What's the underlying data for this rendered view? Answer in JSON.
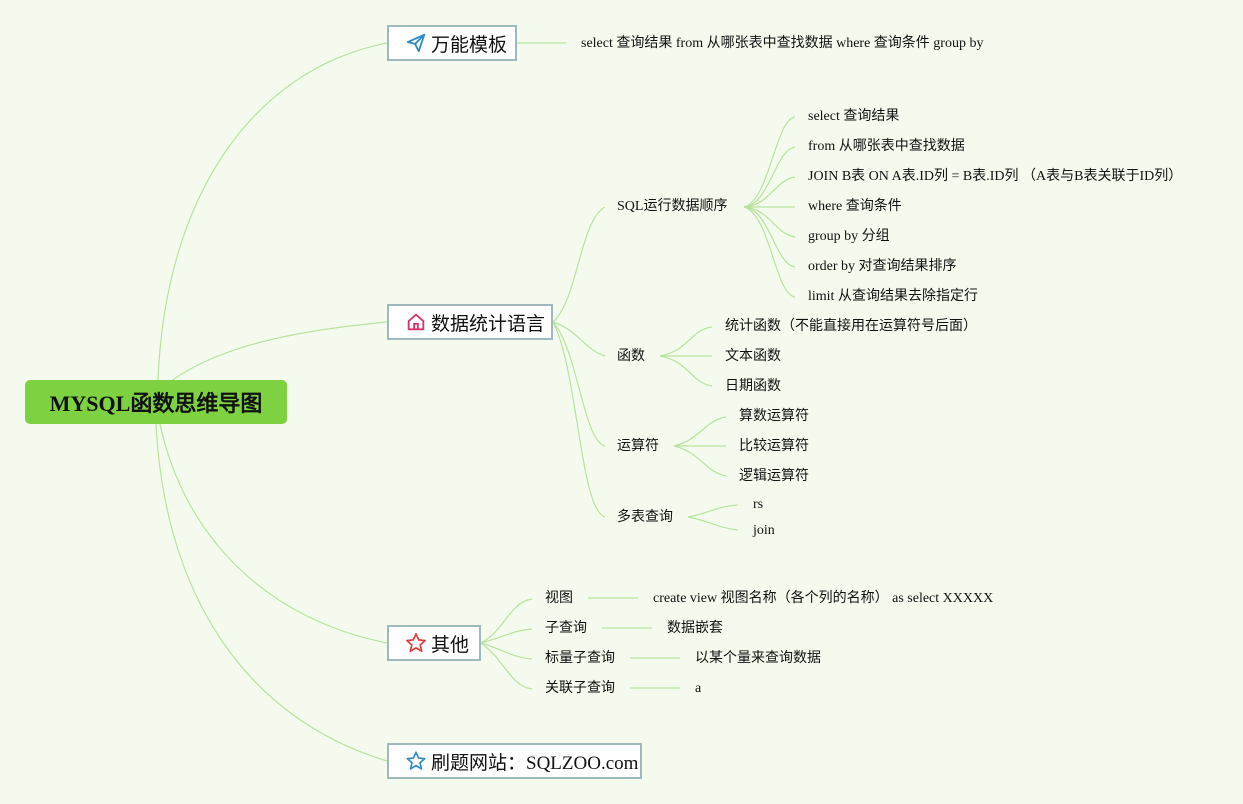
{
  "root": {
    "label": "MYSQL函数思维导图"
  },
  "colors": {
    "background": "#f4fbee",
    "root_fill": "#7ed242",
    "connector": "#b9e2a0",
    "topic_border": "#9fb9bf"
  },
  "topics": {
    "template": {
      "label": "万能模板",
      "icon": "paper-plane-icon",
      "leaf": "select 查询结果 from 从哪张表中查找数据 where 查询条件 group by"
    },
    "dsl": {
      "label": "数据统计语言",
      "icon": "home-icon",
      "sql_order": {
        "label": "SQL运行数据顺序",
        "items": [
          "select 查询结果",
          "from 从哪张表中查找数据",
          "JOIN B表 ON A表.ID列 = B表.ID列 （A表与B表关联于ID列）",
          "where 查询条件",
          "group by 分组",
          "order by 对查询结果排序",
          "limit 从查询结果去除指定行"
        ]
      },
      "functions": {
        "label": "函数",
        "items": [
          "统计函数（不能直接用在运算符号后面）",
          "文本函数",
          "日期函数"
        ]
      },
      "operators": {
        "label": "运算符",
        "items": [
          "算数运算符",
          "比较运算符",
          "逻辑运算符"
        ]
      },
      "multi_table": {
        "label": "多表查询",
        "items": [
          "rs",
          "join"
        ]
      }
    },
    "other": {
      "label": "其他",
      "icon": "star-icon",
      "rows": [
        {
          "label": "视图",
          "leaf": "create view 视图名称（各个列的名称） as select XXXXX"
        },
        {
          "label": "子查询",
          "leaf": "数据嵌套"
        },
        {
          "label": "标量子查询",
          "leaf": "以某个量来查询数据"
        },
        {
          "label": "关联子查询",
          "leaf": "a"
        }
      ]
    },
    "practice": {
      "label": "刷题网站：SQLZOO.com",
      "icon": "star-outline-icon"
    }
  }
}
